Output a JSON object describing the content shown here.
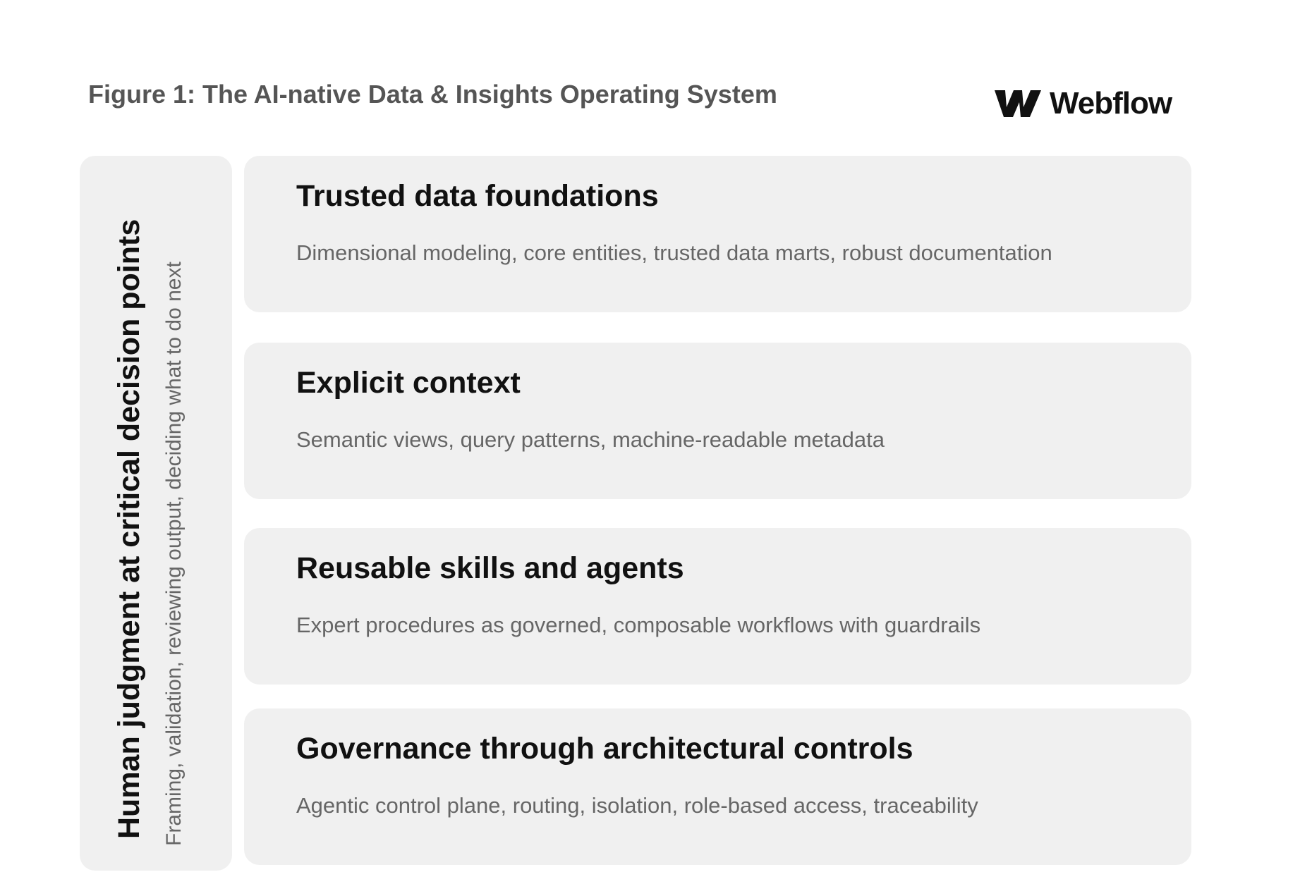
{
  "figure": {
    "title": "Figure 1: The AI-native Data & Insights Operating System"
  },
  "brand": {
    "icon": "webflow-logo-icon",
    "name": "Webflow"
  },
  "side_panel": {
    "title": "Human judgment at critical decision points",
    "subtitle": "Framing, validation, reviewing output, deciding what to do next"
  },
  "layers": [
    {
      "title": "Trusted data foundations",
      "description": "Dimensional modeling, core entities, trusted data marts, robust documentation"
    },
    {
      "title": "Explicit context",
      "description": "Semantic views, query patterns, machine-readable metadata"
    },
    {
      "title": "Reusable skills and agents",
      "description": "Expert procedures as governed, composable workflows with guardrails"
    },
    {
      "title": "Governance through architectural controls",
      "description": "Agentic control plane, routing, isolation, role-based access, traceability"
    }
  ],
  "colors": {
    "panel_background": "#f0f0f0",
    "heading_text": "#111111",
    "body_text": "#666666",
    "figure_title_text": "#555555"
  }
}
